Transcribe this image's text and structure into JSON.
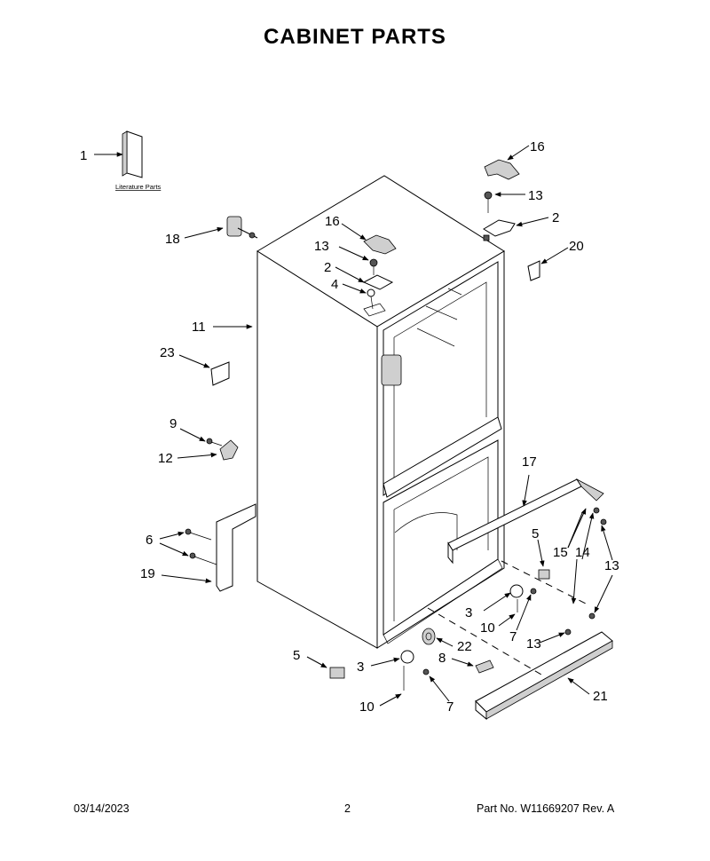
{
  "title": "CABINET PARTS",
  "literature_label": "Literature Parts",
  "callouts": {
    "c1": "1",
    "c16a": "16",
    "c13a": "13",
    "c2a": "2",
    "c20": "20",
    "c18": "18",
    "c16b": "16",
    "c13b": "13",
    "c2b": "2",
    "c4": "4",
    "c11": "11",
    "c23": "23",
    "c9": "9",
    "c12": "12",
    "c17": "17",
    "c5a": "5",
    "c15": "15",
    "c14": "14",
    "c13c": "13",
    "c6": "6",
    "c19": "19",
    "c3a": "3",
    "c10a": "10",
    "c7a": "7",
    "c13d": "13",
    "c22": "22",
    "c5b": "5",
    "c3b": "3",
    "c8": "8",
    "c21": "21",
    "c10b": "10",
    "c7b": "7"
  },
  "footer": {
    "date": "03/14/2023",
    "page": "2",
    "part_no": "Part No.  W11669207  Rev.  A"
  }
}
